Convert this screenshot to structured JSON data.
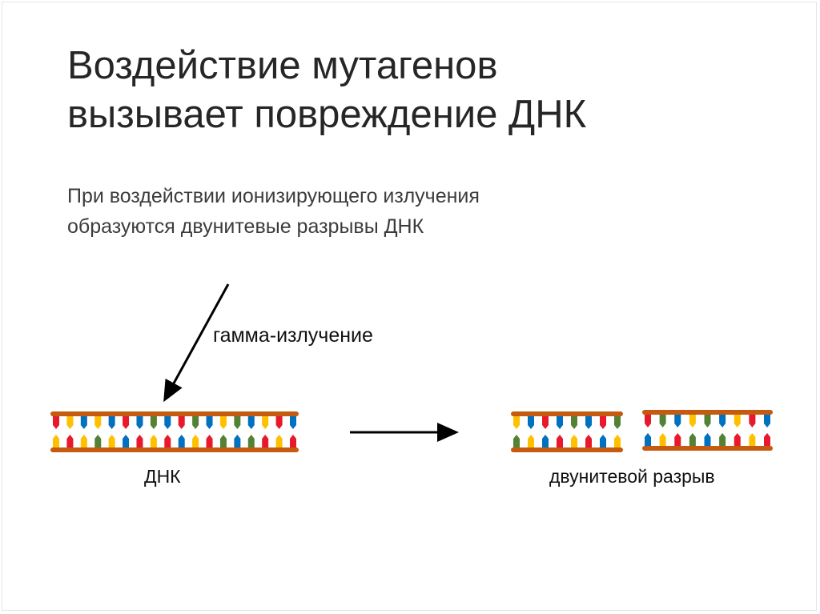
{
  "slide": {
    "title_line1": "Воздействие мутагенов",
    "title_line2": "вызывает повреждение ДНК",
    "subtitle_line1": "При воздействии ионизирующего излучения",
    "subtitle_line2": "образуются двунитевые разрывы ДНК"
  },
  "diagram": {
    "gamma_label": "гамма-излучение",
    "dna_label": "ДНК",
    "break_label": "двунитевой разрыв",
    "colors": {
      "backbone": "#c55a11",
      "base_red": "#e8192c",
      "base_yellow": "#ffc000",
      "base_blue": "#0070c0",
      "base_green": "#548235",
      "arrow": "#000000"
    },
    "base_palette_top": [
      "red",
      "yellow",
      "blue",
      "yellow",
      "blue",
      "red",
      "blue",
      "green",
      "blue",
      "red",
      "green",
      "blue",
      "yellow",
      "green",
      "blue",
      "yellow",
      "red",
      "blue"
    ],
    "base_palette_bottom": [
      "yellow",
      "red",
      "yellow",
      "green",
      "yellow",
      "blue",
      "red",
      "yellow",
      "red",
      "blue",
      "yellow",
      "red",
      "green",
      "blue",
      "green",
      "red",
      "yellow",
      "red"
    ]
  }
}
